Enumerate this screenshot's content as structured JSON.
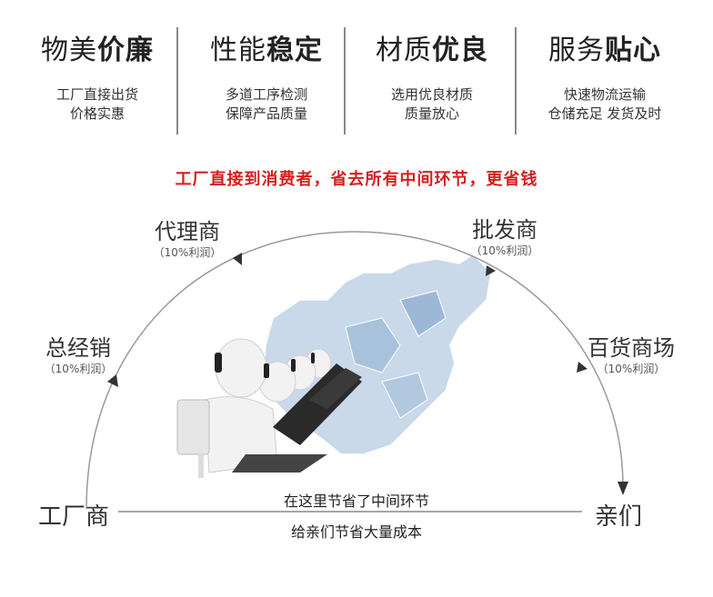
{
  "features": [
    {
      "title_plain": "物美",
      "title_bold": "价廉",
      "desc": [
        "工厂直接出货",
        "价格实惠"
      ]
    },
    {
      "title_plain": "性能",
      "title_bold": "稳定",
      "desc": [
        "多道工序检测",
        "保障产品质量"
      ]
    },
    {
      "title_plain": "材质",
      "title_bold": "优良",
      "desc": [
        "选用优良材质",
        "质量放心"
      ]
    },
    {
      "title_plain": "服务",
      "title_bold": "贴心",
      "desc": [
        "快速物流运输",
        "仓储充足 发货及时"
      ]
    }
  ],
  "slogan": "工厂直接到消费者，省去所有中间环节，更省钱",
  "nodes": {
    "agent": {
      "name": "代理商",
      "sub": "（10%利润）"
    },
    "wholesaler": {
      "name": "批发商",
      "sub": "（10%利润）"
    },
    "distributor": {
      "name": "总经销",
      "sub": "（10%利润）"
    },
    "department_store": {
      "name": "百货商场",
      "sub": "（10%利润）"
    }
  },
  "factory_label": "工厂商",
  "customer_label": "亲们",
  "save_line1": "在这里节省了中间环节",
  "save_line2": "给亲们节省大量成本",
  "colors": {
    "accent_red": "#d41f1f",
    "arc": "#999999",
    "map": "#b8cde3"
  }
}
